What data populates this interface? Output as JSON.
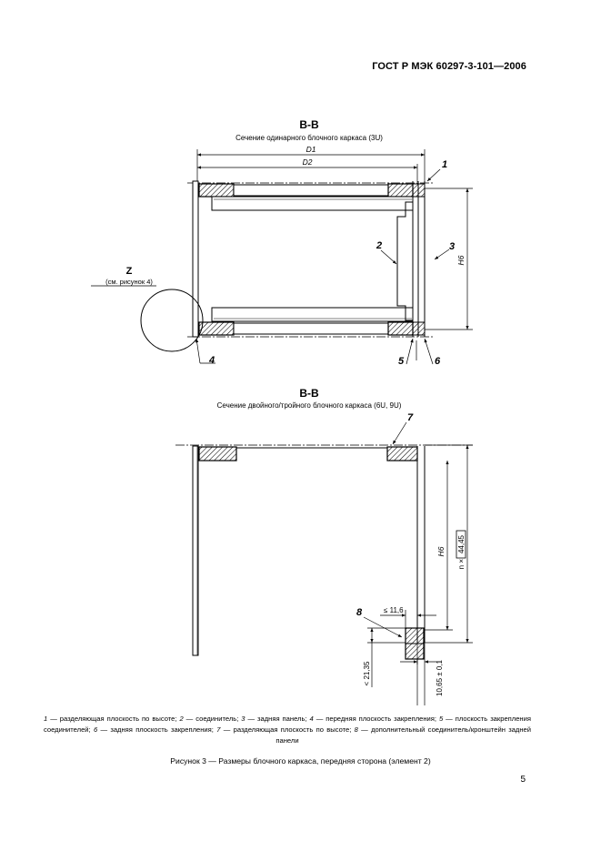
{
  "header": {
    "doc_id": "ГОСТ Р МЭК 60297-3-101—2006"
  },
  "section_top": {
    "title": "B-B",
    "subtitle": "Сечение одинарного блочного каркаса (3U)",
    "dim_d1": "D1",
    "dim_d2": "D2",
    "dim_h": "H6",
    "z_label": "Z",
    "z_ref": "(см. рисунок 4)",
    "callouts": [
      "1",
      "2",
      "3",
      "4",
      "5",
      "6"
    ]
  },
  "section_bottom": {
    "title": "B-B",
    "subtitle": "Сечение двойного/тройного блочного каркаса (6U, 9U)",
    "dim_h": "H6",
    "dim_n_prefix": "n ×",
    "dim_n_value": "44,45",
    "dim_11": "≤ 11,6",
    "dim_21": "< 21,35",
    "dim_10": "10,65 ± 0,1",
    "callouts": [
      "7",
      "8"
    ]
  },
  "legend": {
    "items": [
      {
        "num": "1",
        "text": " — разделяющая плоскость по высоте; "
      },
      {
        "num": "2",
        "text": " — соединитель; "
      },
      {
        "num": "3",
        "text": " — задняя панель; "
      },
      {
        "num": "4",
        "text": " — передняя плоскость закрепления; "
      },
      {
        "num": "5",
        "text": " — плоскость закрепления соединителей; "
      },
      {
        "num": "6",
        "text": " — задняя плоскость закрепления; "
      },
      {
        "num": "7",
        "text": " — разделяющая плоскость по высоте; "
      },
      {
        "num": "8",
        "text": " — дополнительный соединитель/кронштейн задней панели"
      }
    ]
  },
  "caption": "Рисунок 3 — Размеры блочного каркаса, передняя сторона (элемент 2)",
  "page_number": "5"
}
